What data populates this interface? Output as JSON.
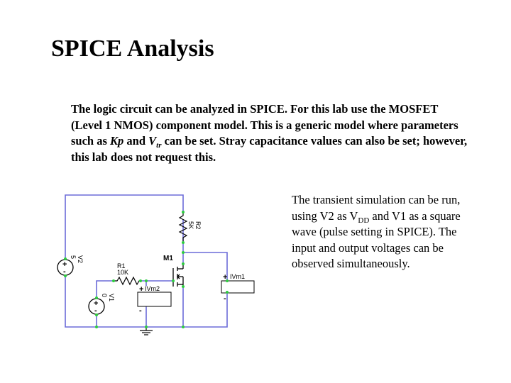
{
  "slide": {
    "title": "SPICE Analysis",
    "intro": {
      "part1": "The logic circuit can be analyzed in SPICE.  For this lab use the MOSFET (Level 1 NMOS) component model.  This is a generic model where parameters such as ",
      "kp": "Kp",
      "and": " and ",
      "v_base": "V",
      "v_sub": "tr",
      "part2": " can be set.  Stray capacitance values can also be set; however, this lab does not request this."
    },
    "side": {
      "part1": "The transient simulation can be run, using V2 as V",
      "sub": "DD",
      "part2": " and V1 as a square wave (pulse setting in SPICE).  The input and output voltages can be observed simultaneously."
    }
  },
  "circuit": {
    "wire_color": "#6b6bd8",
    "node_color": "#2ecc40",
    "components": {
      "r2": {
        "name": "R2",
        "value": "5K"
      },
      "v2": {
        "name": "V2",
        "value": "5"
      },
      "r1": {
        "name": "R1",
        "value": "10K"
      },
      "m1": {
        "name": "M1"
      },
      "v1": {
        "name": "V1",
        "value": "0"
      },
      "meter1": {
        "name": "IVm1"
      },
      "meter2": {
        "name": "IVm2"
      }
    },
    "signs": {
      "plus": "+",
      "minus": "-"
    }
  }
}
